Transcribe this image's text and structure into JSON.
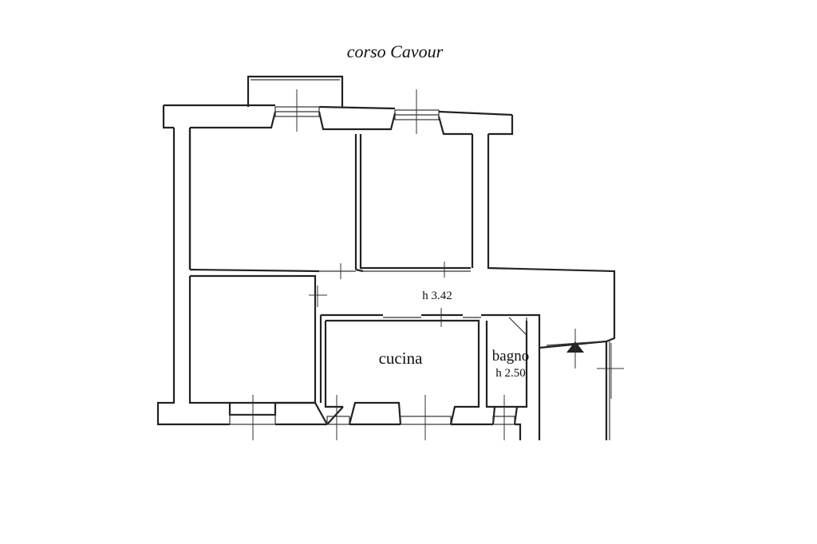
{
  "street": "corso  Cavour",
  "rooms": {
    "corridor_height": "h 3.42",
    "kitchen": "cucina",
    "bathroom": "bagno",
    "bathroom_height": "h 2.50"
  }
}
